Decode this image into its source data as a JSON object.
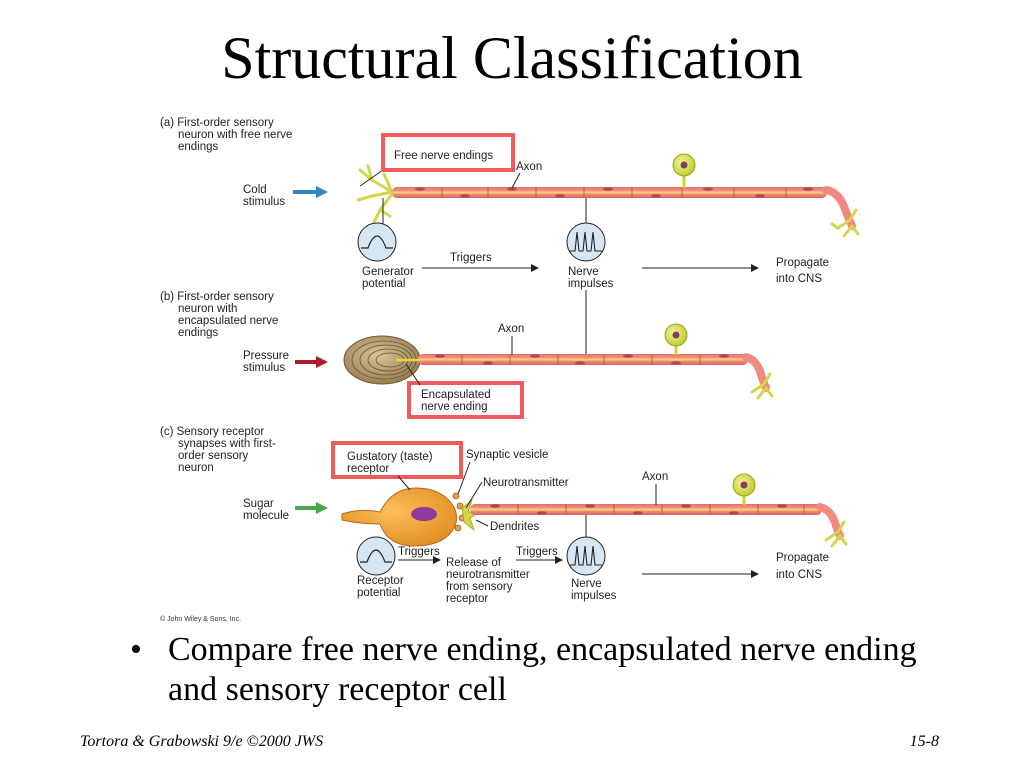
{
  "slide": {
    "title": "Structural Classification",
    "bullet": "Compare free nerve ending, encapsulated nerve ending and sensory receptor cell",
    "bullet_marker": "•"
  },
  "footer": {
    "left": "Tortora & Grabowski 9/e ©2000 JWS",
    "right": "15-8"
  },
  "figure": {
    "panel_a": {
      "caption": [
        "(a) First-order sensory",
        "neuron with free nerve",
        "endings"
      ],
      "stimulus": [
        "Cold",
        "stimulus"
      ],
      "highlight": "Free nerve endings",
      "axon": "Axon",
      "generator": [
        "Generator",
        "potential"
      ],
      "triggers": "Triggers",
      "impulses": [
        "Nerve",
        "impulses"
      ],
      "propagate": [
        "Propagate",
        "into CNS"
      ]
    },
    "panel_b": {
      "caption": [
        "(b) First-order sensory",
        "neuron with",
        "encapsulated nerve",
        "endings"
      ],
      "stimulus": [
        "Pressure",
        "stimulus"
      ],
      "axon": "Axon",
      "highlight": [
        "Encapsulated",
        "nerve ending"
      ]
    },
    "panel_c": {
      "caption": [
        "(c) Sensory receptor",
        "synapses with first-",
        "order sensory",
        "neuron"
      ],
      "stimulus": [
        "Sugar",
        "molecule"
      ],
      "highlight": [
        "Gustatory (taste)",
        "receptor"
      ],
      "vesicle": "Synaptic vesicle",
      "neurotransmitter": "Neurotransmitter",
      "dendrites": "Dendrites",
      "axon": "Axon",
      "triggers_1": "Triggers",
      "triggers_2": "Triggers",
      "receptor_potential": [
        "Receptor",
        "potential"
      ],
      "release": [
        "Release of",
        "neurotransmitter",
        "from sensory",
        "receptor"
      ],
      "impulses": [
        "Nerve",
        "impulses"
      ],
      "propagate": [
        "Propagate",
        "into CNS"
      ]
    },
    "copyright": "© John Wiley & Sons, Inc."
  },
  "colors": {
    "highlight_box": "#ef5a5a",
    "axon_fill": "#f08a80",
    "axon_stripe": "#f5d066",
    "cell_body": "#d6e038",
    "cold_arrow": "#2f86c2",
    "pressure_arrow": "#b0182c",
    "sugar_arrow": "#49a84a"
  }
}
